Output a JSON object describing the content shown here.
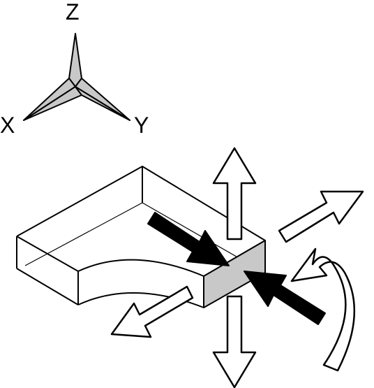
{
  "axes": {
    "z_label": "Z",
    "x_label": "X",
    "y_label": "Y"
  },
  "colors": {
    "stroke": "#000000",
    "background": "#ffffff",
    "triad_fill": "#c8c8c8",
    "face_fill": "#c8c8c8",
    "hollow_arrow_fill": "#ffffff",
    "solid_arrow_fill": "#000000"
  }
}
